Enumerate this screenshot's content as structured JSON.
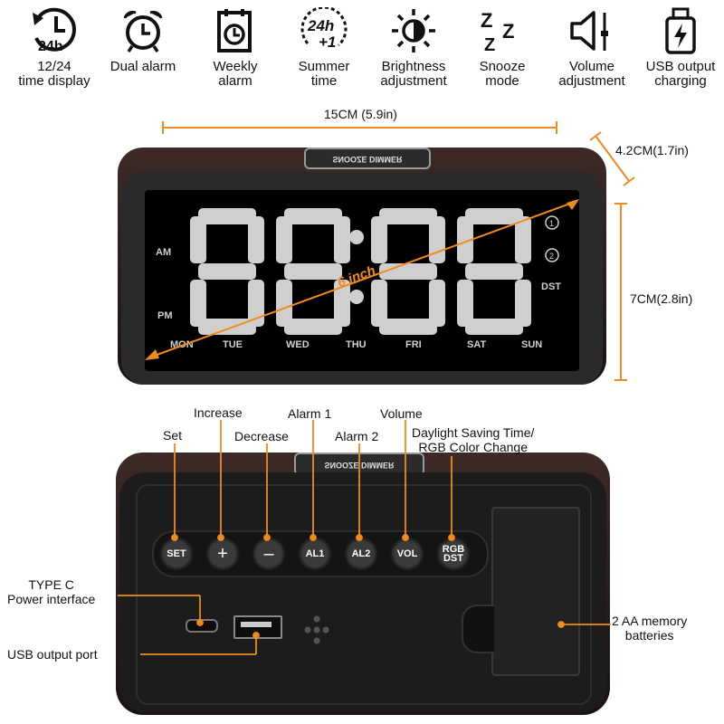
{
  "features": [
    {
      "icon": "clock-24h-icon",
      "label": "12/24\ntime display",
      "icon_text": "24h"
    },
    {
      "icon": "alarm-clock-icon",
      "label": "Dual alarm"
    },
    {
      "icon": "calendar-clock-icon",
      "label": "Weekly\nalarm"
    },
    {
      "icon": "summer-time-icon",
      "label": "Summer\ntime",
      "icon_text_a": "24h",
      "icon_text_b": "+1"
    },
    {
      "icon": "brightness-icon",
      "label": "Brightness\nadjustment"
    },
    {
      "icon": "snooze-icon",
      "label": "Snooze\nmode",
      "icon_text": "Z"
    },
    {
      "icon": "volume-icon",
      "label": "Volume\nadjustment"
    },
    {
      "icon": "usb-charging-icon",
      "label": "USB output\ncharging"
    }
  ],
  "dimensions": {
    "width": "15CM (5.9in)",
    "depth": "4.2CM(1.7in)",
    "height": "7CM(2.8in)",
    "diagonal": "6 inch"
  },
  "display": {
    "digits": "88:88",
    "am": "AM",
    "pm": "PM",
    "dst": "DST",
    "alarm1": "1",
    "alarm2": "2",
    "days": [
      "MON",
      "TUE",
      "WED",
      "THU",
      "FRI",
      "SAT",
      "SUN"
    ],
    "top_button": "SNOOZE DIMMER"
  },
  "buttons": [
    {
      "key": "SET",
      "label": "Set"
    },
    {
      "key": "+",
      "label": "Increase"
    },
    {
      "key": "–",
      "label": "Decrease"
    },
    {
      "key": "AL1",
      "label": "Alarm 1"
    },
    {
      "key": "AL2",
      "label": "Alarm 2"
    },
    {
      "key": "VOL",
      "label": "Volume"
    },
    {
      "key": "RGB\nDST",
      "label": "Daylight Saving Time/\nRGB Color Change"
    }
  ],
  "ports": {
    "type_c": "TYPE C\nPower interface",
    "usb": "USB output port",
    "battery": "2 AA memory\nbatteries"
  },
  "colors": {
    "accent": "#f08a1c",
    "device": "#1c1c1c",
    "wood": "#3b2a28",
    "segment": "#cfcfcf"
  }
}
